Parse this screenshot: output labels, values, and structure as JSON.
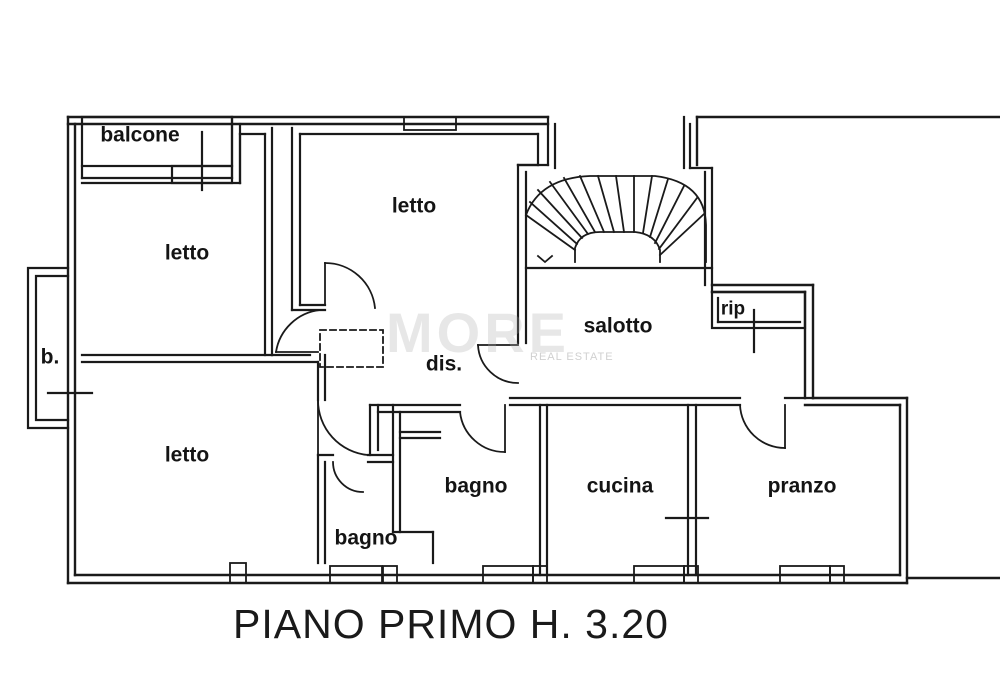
{
  "plan": {
    "title": "PIANO PRIMO H. 3.20",
    "rooms": {
      "balcone": "balcone",
      "letto_nw": "letto",
      "letto_n": "letto",
      "letto_sw": "letto",
      "b": "b.",
      "dis": "dis.",
      "salotto": "salotto",
      "rip": "rip",
      "bagno_small": "bagno",
      "bagno": "bagno",
      "cucina": "cucina",
      "pranzo": "pranzo"
    },
    "watermark": {
      "brand": "MORE",
      "sub": "REAL ESTATE"
    },
    "colors": {
      "wall": "#1a1a1a",
      "background": "#ffffff",
      "watermark": "#aaaaaa"
    }
  }
}
